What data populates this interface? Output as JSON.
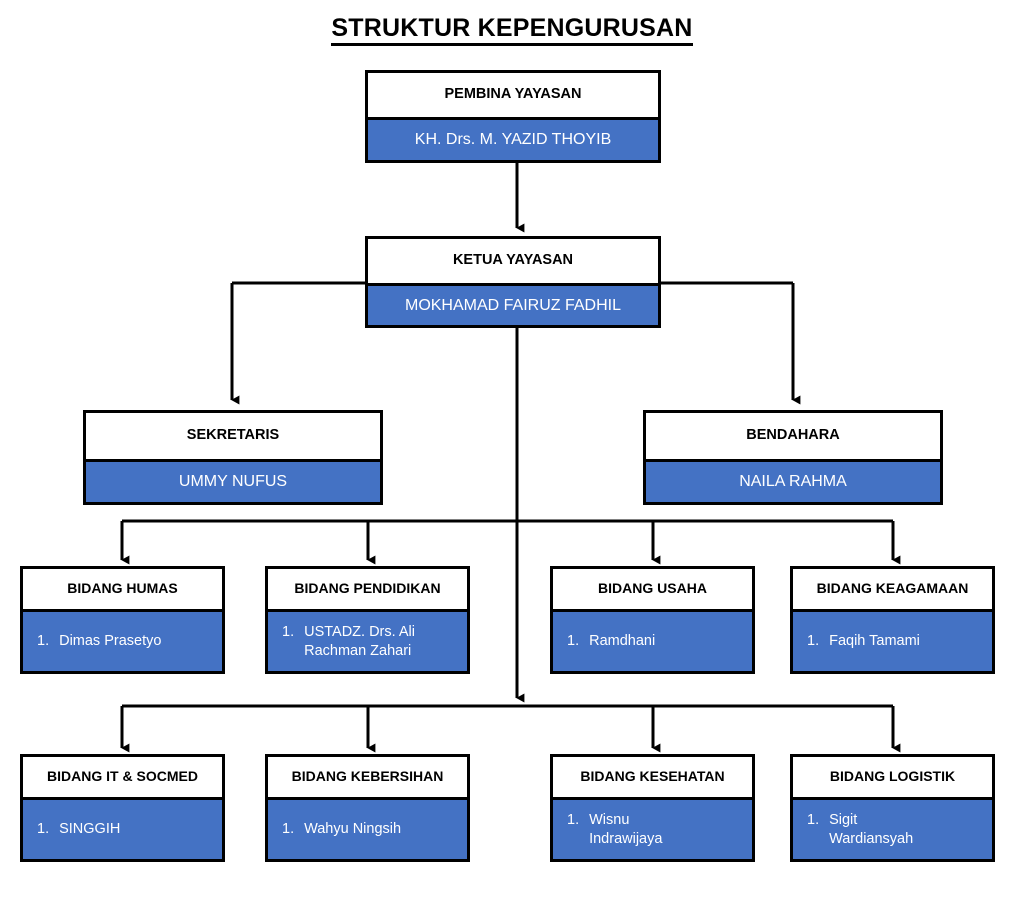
{
  "title": "STRUKTUR KEPENGURUSAN",
  "theme": {
    "accent_blue": "#4472C4",
    "border_black": "#000000",
    "title_bg": "#FFFFFF",
    "body_text": "#FFFFFF"
  },
  "nodes": {
    "pembina": {
      "title": "PEMBINA YAYASAN",
      "name": "KH. Drs. M. YAZID THOYIB"
    },
    "ketua": {
      "title": "KETUA YAYASAN",
      "name": "MOKHAMAD FAIRUZ FADHIL"
    },
    "sekretaris": {
      "title": "SEKRETARIS",
      "name": "UMMY NUFUS"
    },
    "bendahara": {
      "title": "BENDAHARA",
      "name": "NAILA RAHMA"
    }
  },
  "divisions_row1": [
    {
      "title": "BIDANG HUMAS",
      "members": [
        {
          "num": "1.",
          "name": "Dimas Prasetyo"
        }
      ]
    },
    {
      "title": "BIDANG PENDIDIKAN",
      "members": [
        {
          "num": "1.",
          "name": "USTADZ. Drs. Ali Rachman Zahari"
        }
      ]
    },
    {
      "title": "BIDANG USAHA",
      "members": [
        {
          "num": "1.",
          "name": "Ramdhani"
        }
      ]
    },
    {
      "title": "BIDANG KEAGAMAAN",
      "members": [
        {
          "num": "1.",
          "name": "Faqih Tamami"
        }
      ]
    }
  ],
  "divisions_row2": [
    {
      "title": "BIDANG IT & SOCMED",
      "members": [
        {
          "num": "1.",
          "name": "SINGGIH"
        }
      ]
    },
    {
      "title": "BIDANG KEBERSIHAN",
      "members": [
        {
          "num": "1.",
          "name": "Wahyu Ningsih"
        }
      ]
    },
    {
      "title": "BIDANG KESEHATAN",
      "members": [
        {
          "num": "1.",
          "name": "Wisnu Indrawijaya"
        }
      ]
    },
    {
      "title": "BIDANG LOGISTIK",
      "members": [
        {
          "num": "1.",
          "name": "Sigit Wardiansyah"
        }
      ]
    }
  ]
}
